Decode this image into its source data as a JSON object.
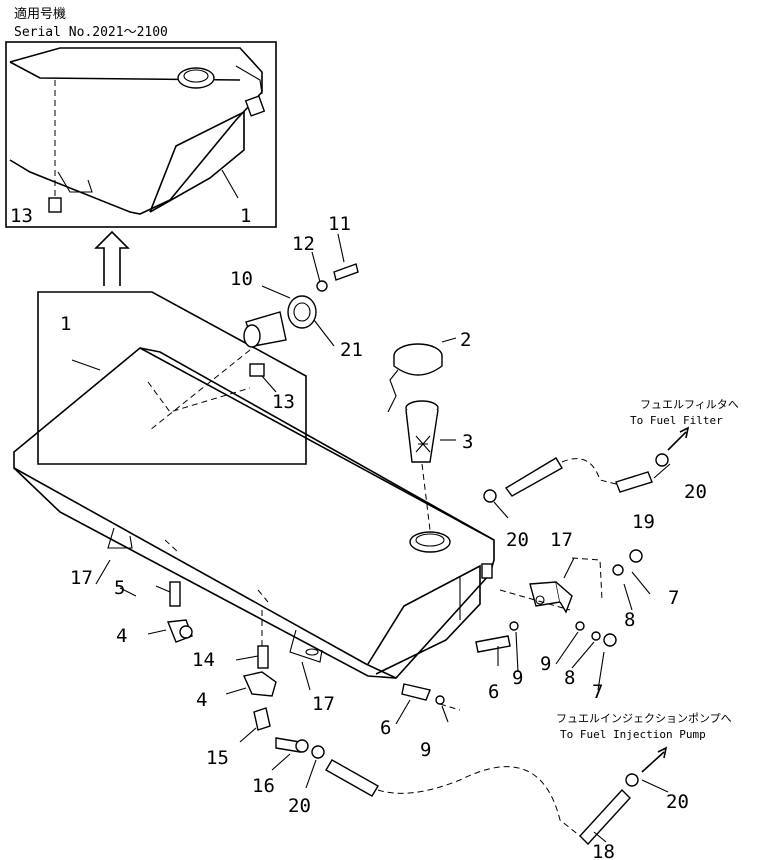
{
  "header": {
    "line1": "適用号機",
    "line2": "Serial No.2021～2100"
  },
  "callouts": [
    {
      "id": "inset-1",
      "text": "1"
    },
    {
      "id": "inset-13",
      "text": "13"
    },
    {
      "id": "main-1",
      "text": "1"
    },
    {
      "id": "p2",
      "text": "2"
    },
    {
      "id": "p3",
      "text": "3"
    },
    {
      "id": "p4a",
      "text": "4"
    },
    {
      "id": "p4b",
      "text": "4"
    },
    {
      "id": "p5",
      "text": "5"
    },
    {
      "id": "p6a",
      "text": "6"
    },
    {
      "id": "p6b",
      "text": "6"
    },
    {
      "id": "p7a",
      "text": "7"
    },
    {
      "id": "p7b",
      "text": "7"
    },
    {
      "id": "p8a",
      "text": "8"
    },
    {
      "id": "p8b",
      "text": "8"
    },
    {
      "id": "p9a",
      "text": "9"
    },
    {
      "id": "p9b",
      "text": "9"
    },
    {
      "id": "p9c",
      "text": "9"
    },
    {
      "id": "p10",
      "text": "10"
    },
    {
      "id": "p11",
      "text": "11"
    },
    {
      "id": "p12",
      "text": "12"
    },
    {
      "id": "p13",
      "text": "13"
    },
    {
      "id": "p14",
      "text": "14"
    },
    {
      "id": "p15",
      "text": "15"
    },
    {
      "id": "p16",
      "text": "16"
    },
    {
      "id": "p17a",
      "text": "17"
    },
    {
      "id": "p17b",
      "text": "17"
    },
    {
      "id": "p17c",
      "text": "17"
    },
    {
      "id": "p18",
      "text": "18"
    },
    {
      "id": "p19",
      "text": "19"
    },
    {
      "id": "p20a",
      "text": "20"
    },
    {
      "id": "p20b",
      "text": "20"
    },
    {
      "id": "p20c",
      "text": "20"
    },
    {
      "id": "p20d",
      "text": "20"
    },
    {
      "id": "p21",
      "text": "21"
    }
  ],
  "notes": {
    "fuel_filter_jp": "フュエルフィルタへ",
    "fuel_filter_en": "To Fuel Filter",
    "injection_jp": "フュエルインジェクションポンプへ",
    "injection_en": "To Fuel Injection Pump"
  }
}
